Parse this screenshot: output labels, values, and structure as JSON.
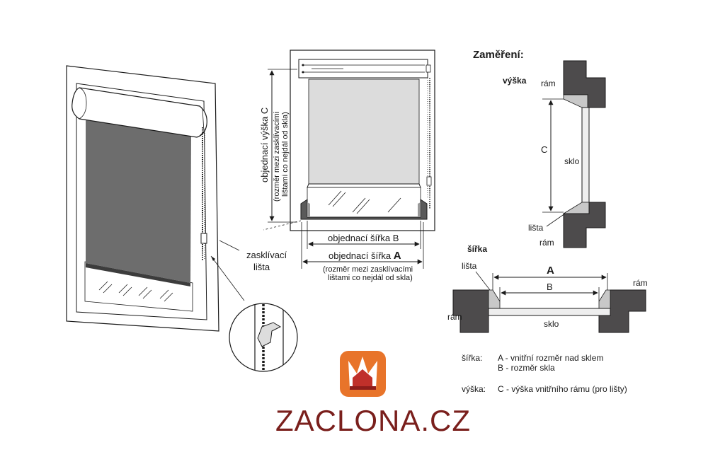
{
  "heading": "Zaměření:",
  "left_illustration": {
    "bead_label_line1": "zasklívací",
    "bead_label_line2": "lišta"
  },
  "center_drawing": {
    "height_label": "objednací výška C",
    "height_note_line1": "(rozměr mezi zasklívacími",
    "height_note_line2": "lištami co nejdál od skla)",
    "width_b_label": "objednací šířka B",
    "width_a_label": "objednací šířka ",
    "width_a_letter": "A",
    "width_note_line1": "(rozměr mezi zasklívacími",
    "width_note_line2": "lištami co nejdál od skla)"
  },
  "height_section": {
    "title": "výška",
    "frame_top": "rám",
    "dimension": "C",
    "glass": "sklo",
    "bead": "lišta",
    "frame_bottom": "rám"
  },
  "width_section": {
    "title": "šířka",
    "bead": "lišta",
    "dimension_a": "A",
    "dimension_b": "B",
    "frame_left": "rám",
    "frame_right": "rám",
    "glass": "sklo"
  },
  "legend": {
    "width_key": "šířka:",
    "width_a": "A - vnitřní rozměr nad sklem",
    "width_b": "B - rozměr skla",
    "height_key": "výška:",
    "height_c": "C - výška vnitřního rámu (pro lišty)"
  },
  "brand": {
    "name": "ZACLONA.CZ",
    "logo": "crown-logo-icon",
    "color": "#7a1f1c",
    "logo_color": "#e8742a"
  }
}
